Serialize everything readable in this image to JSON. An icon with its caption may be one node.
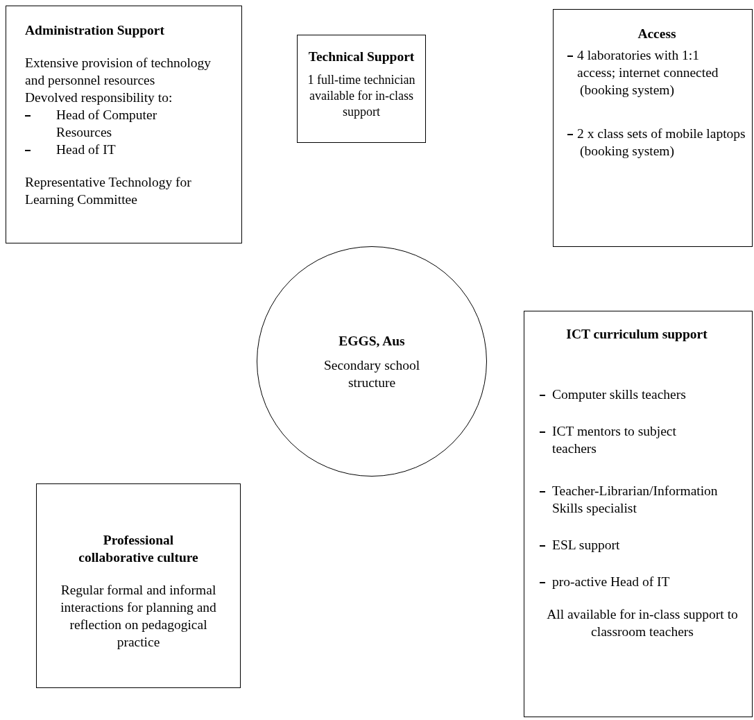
{
  "diagram": {
    "nodes": [
      {
        "text": [
          "Administration Support",
          "Extensive provision of technology and personnel resources",
          "Devolved responsibility to:",
          "Head of Computer Resources",
          "Head of IT",
          "Representative Technology for Learning Committee"
        ]
      },
      {
        "text": [
          "Technical Support",
          "1 full-time technician available for in-class support"
        ]
      },
      {
        "text": [
          "Access",
          "4 laboratories with 1:1 access; internet connected",
          "(booking system)",
          "2 x class sets of mobile laptops",
          "(booking system)"
        ]
      },
      {
        "text": [
          "EGGS, Aus",
          "Secondary school structure"
        ]
      },
      {
        "text": [
          "ICT curriculum support",
          "Computer skills teachers",
          "ICT mentors to subject teachers",
          "Teacher-Librarian/Information Skills specialist",
          "ESL support",
          "pro-active Head of IT",
          "All available for in-class support to classroom teachers"
        ]
      },
      {
        "text": [
          "Professional collaborative culture",
          "Regular formal and informal interactions for planning and reflection on pedagogical practice"
        ]
      }
    ]
  }
}
